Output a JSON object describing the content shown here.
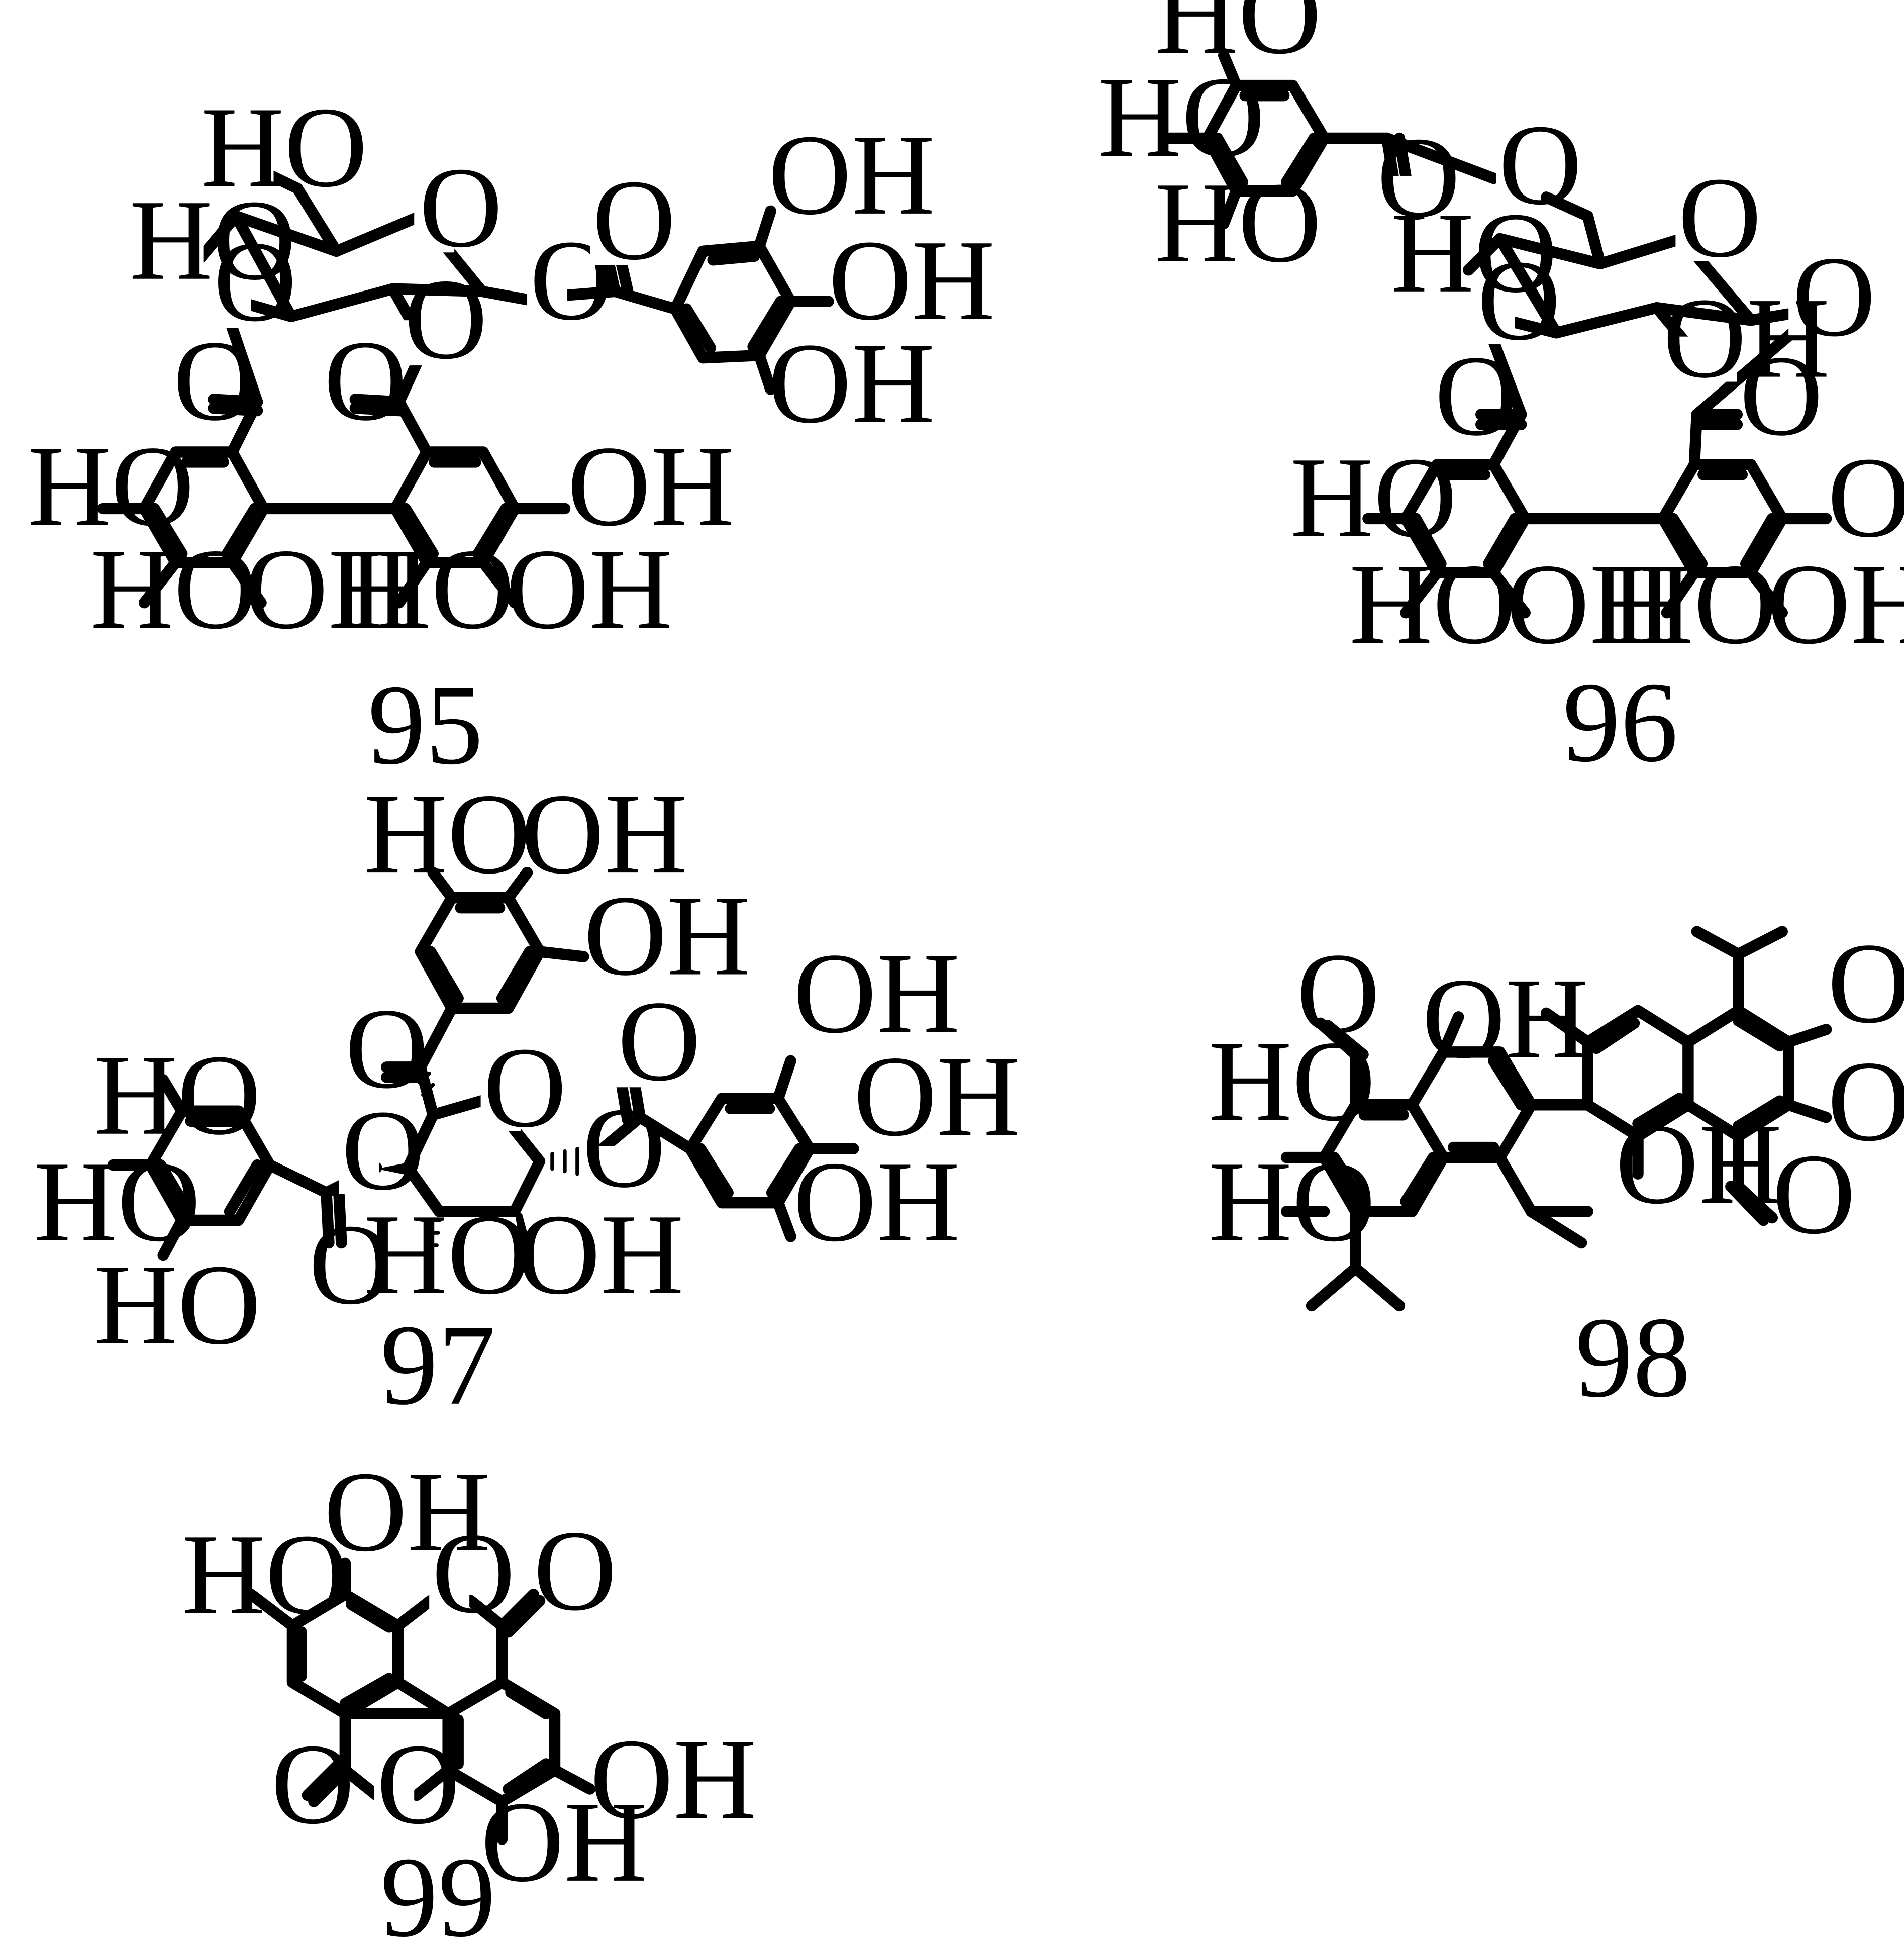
{
  "figure": {
    "colors": {
      "ink": "#000000",
      "background": "#ffffff"
    },
    "compounds": [
      {
        "caption": "95",
        "labels": [
          "HO",
          "O",
          "HO",
          "O",
          "O",
          "O",
          "O",
          "OH",
          "OH",
          "OH",
          "O",
          "O",
          "HO",
          "OH",
          "HO",
          "OH",
          "HO",
          "OH"
        ]
      },
      {
        "caption": "96",
        "labels": [
          "HO",
          "HO",
          "HO",
          "O",
          "O",
          "HO",
          "O",
          "O",
          "O",
          "OH",
          "O",
          "O",
          "HO",
          "OH",
          "HO",
          "OH",
          "HO",
          "OH"
        ]
      },
      {
        "caption": "97",
        "labels": [
          "HO",
          "OH",
          "OH",
          "O",
          "O",
          "OH",
          "OH",
          "OH",
          "O",
          "HO",
          "HO",
          "HO",
          "O",
          "O",
          "O",
          "HO",
          "OH"
        ]
      },
      {
        "caption": "98",
        "labels": [
          "O",
          "OH",
          "HO",
          "HO",
          "OH",
          "OH",
          "OH",
          "O"
        ]
      },
      {
        "caption": "99",
        "labels": [
          "OH",
          "HO",
          "O",
          "O",
          "O",
          "O",
          "OH",
          "OH"
        ]
      }
    ]
  }
}
